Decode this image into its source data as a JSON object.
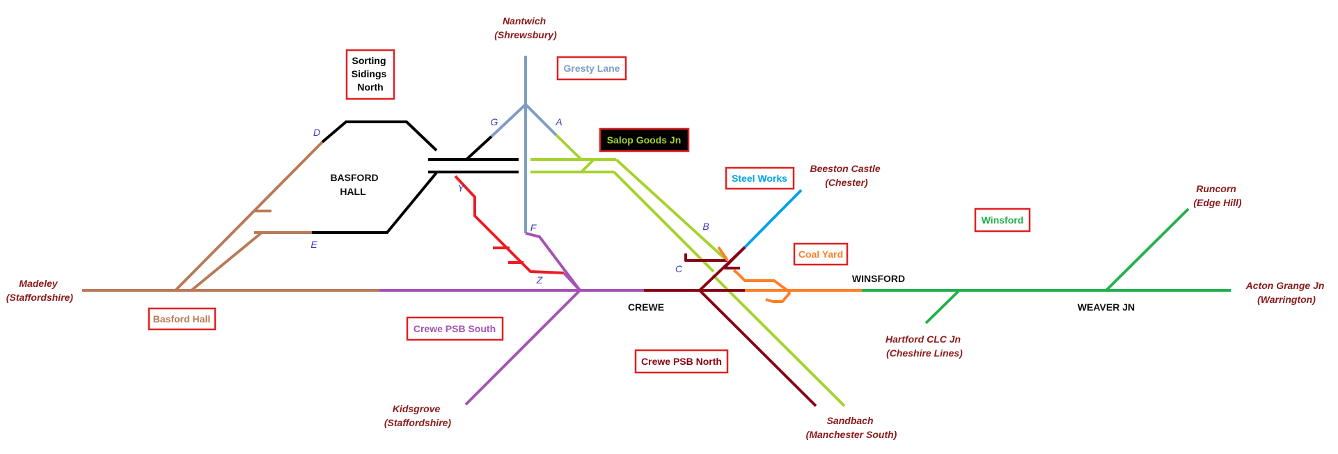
{
  "colors": {
    "basford": "#b97a57",
    "sorting_north": "#000000",
    "gresty": "#7f9dc2",
    "salop": "#a6d22e",
    "crewe_south": "#a552b5",
    "crewe_north": "#880015",
    "red_line": "#ed1c24",
    "steel": "#00a2e8",
    "coal": "#ff7f27",
    "winsford": "#22b14c",
    "place_text": "#8b1a1a",
    "junction_letter": "#3a3ab5",
    "box_border": "#e02020"
  },
  "places": {
    "nantwich": [
      "Nantwich",
      "(Shrewsbury)"
    ],
    "madeley": [
      "Madeley",
      "(Staffordshire)"
    ],
    "kidsgrove": [
      "Kidsgrove",
      "(Staffordshire)"
    ],
    "beeston": [
      "Beeston Castle",
      "(Chester)"
    ],
    "sandbach": [
      "Sandbach",
      "(Manchester South)"
    ],
    "hartford": [
      "Hartford CLC Jn",
      "(Cheshire Lines)"
    ],
    "runcorn": [
      "Runcorn",
      "(Edge Hill)"
    ],
    "acton": [
      "Acton Grange Jn",
      "(Warrington)"
    ]
  },
  "junctions": {
    "A": "A",
    "B": "B",
    "C": "C",
    "D": "D",
    "E": "E",
    "F": "F",
    "G": "G",
    "Y": "Y",
    "Z": "Z"
  },
  "labels": {
    "basford_hall": [
      "BASFORD",
      "HALL"
    ],
    "crewe": "CREWE",
    "winsford": "WINSFORD",
    "weaver_jn": "WEAVER JN"
  },
  "boxes": {
    "sorting_sidings_north": [
      "Sorting",
      "Sidings",
      "North"
    ],
    "gresty_lane": "Gresty Lane",
    "salop_goods_jn": "Salop Goods Jn",
    "steel_works": "Steel Works",
    "coal_yard": "Coal Yard",
    "winsford": "Winsford",
    "basford_hall": "Basford Hall",
    "crewe_psb_south": "Crewe PSB South",
    "crewe_psb_north": "Crewe PSB North"
  }
}
